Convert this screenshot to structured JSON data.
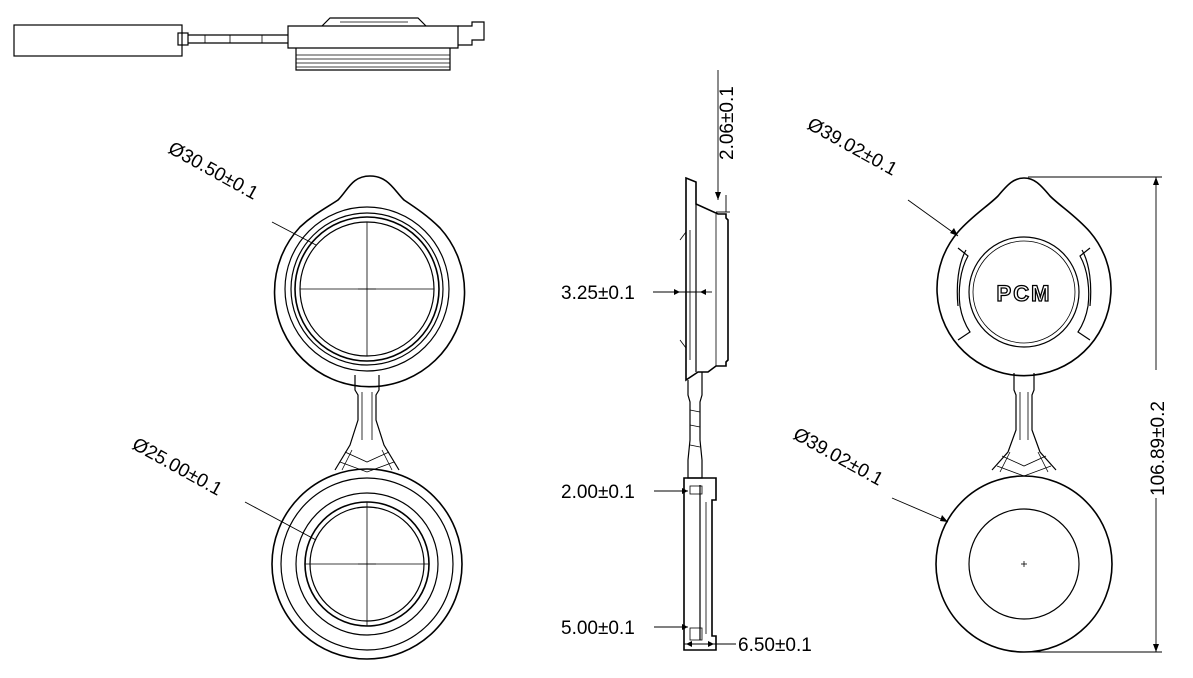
{
  "dimensions": {
    "front_top_diameter": "Ø30.50±0.1",
    "front_bottom_diameter": "Ø25.00±0.1",
    "side_lip_thickness": "2.06±0.1",
    "side_cap_thickness": "3.25±0.1",
    "side_plug_lip": "2.00±0.1",
    "side_plug_base": "5.00±0.1",
    "side_plug_depth": "6.50±0.1",
    "rear_top_diameter": "Ø39.02±0.1",
    "rear_bottom_diameter": "Ø39.02±0.1",
    "overall_length": "106.89±0.2"
  },
  "logo_text": "PCM"
}
